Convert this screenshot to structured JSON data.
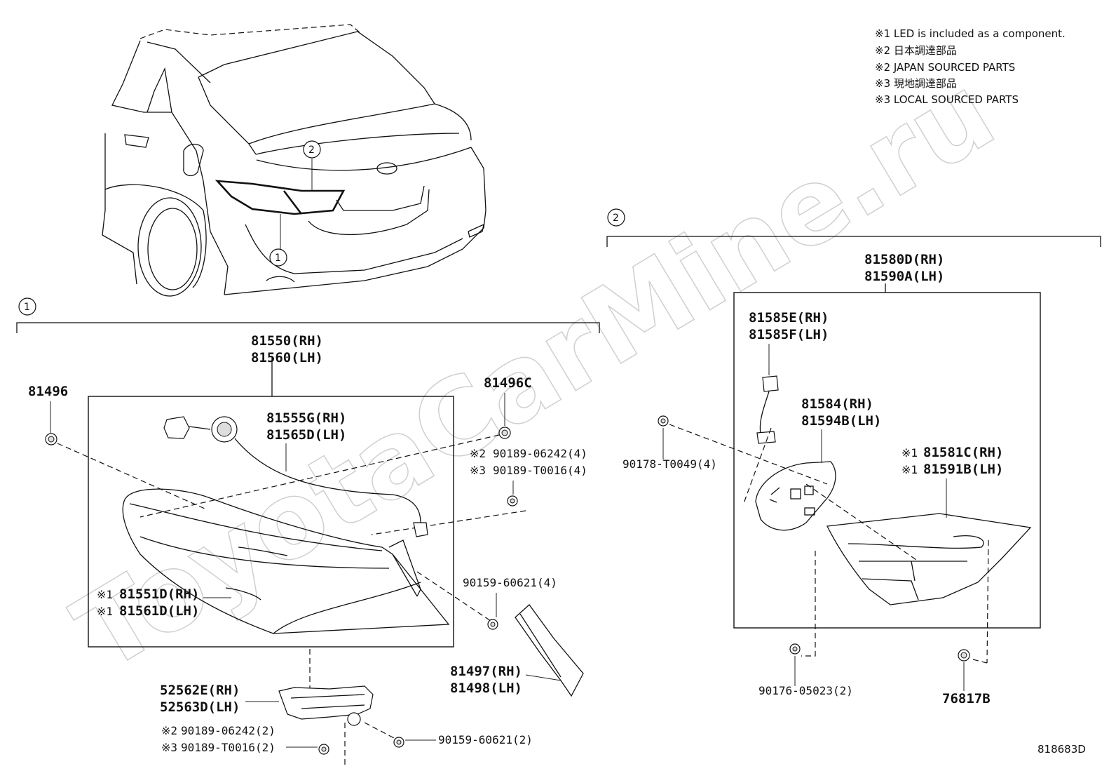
{
  "notes": [
    "※1 LED is included as a component.",
    "※2 日本調達部品",
    "※2 JAPAN SOURCED PARTS",
    "※3 現地調達部品",
    "※3 LOCAL SOURCED PARTS"
  ],
  "watermark": "ToyotaCarMine.ru",
  "diagram_id": "818683D",
  "callouts": {
    "one": "1",
    "two": "2"
  },
  "left_group": {
    "assy": {
      "rh": "81550(RH)",
      "lh": "81560(LH)"
    },
    "gasket_81496": "81496",
    "clip_81496c": "81496C",
    "nut_jp": {
      "mark": "※2",
      "text": "90189-06242(4)"
    },
    "nut_local": {
      "mark": "※3",
      "text": "90189-T0016(4)"
    },
    "socket": {
      "rh": "81555G(RH)",
      "lh": "81565D(LH)"
    },
    "lens_body": {
      "mark1": "※1",
      "rh": "81551D(RH)",
      "mark2": "※1",
      "lh": "81561D(LH)"
    },
    "screw_4": "90159-60621(4)",
    "cover": {
      "rh": "81497(RH)",
      "lh": "81498(LH)"
    },
    "bracket": {
      "rh": "52562E(RH)",
      "lh": "52563D(LH)"
    },
    "nut_jp_2": {
      "mark": "※2",
      "text": "90189-06242(2)"
    },
    "nut_local_2": {
      "mark": "※3",
      "text": "90189-T0016(2)"
    },
    "screw_2": "90159-60621(2)"
  },
  "right_group": {
    "assy": {
      "rh": "81580D(RH)",
      "lh": "81590A(LH)"
    },
    "socket": {
      "rh": "81585E(RH)",
      "lh": "81585F(LH)"
    },
    "cover": {
      "rh": "81584(RH)",
      "lh": "81594B(LH)"
    },
    "lens": {
      "mark1": "※1",
      "rh": "81581C(RH)",
      "mark2": "※1",
      "lh": "81591B(LH)"
    },
    "nut_4": "90178-T0049(4)",
    "nut_2": "90176-05023(2)",
    "clip": "76817B"
  }
}
